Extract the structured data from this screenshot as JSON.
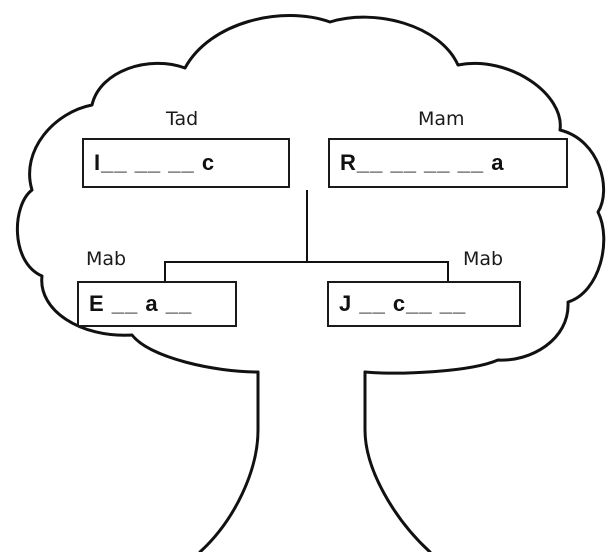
{
  "family_tree": {
    "father": {
      "role": "Tad",
      "puzzle": "I__ __ __ c"
    },
    "mother": {
      "role": "Mam",
      "puzzle": "R__ __ __ __ a"
    },
    "son_left": {
      "role": "Mab",
      "puzzle": "E __ a __"
    },
    "son_right": {
      "role": "Mab",
      "puzzle": "J __ c__ __"
    }
  }
}
